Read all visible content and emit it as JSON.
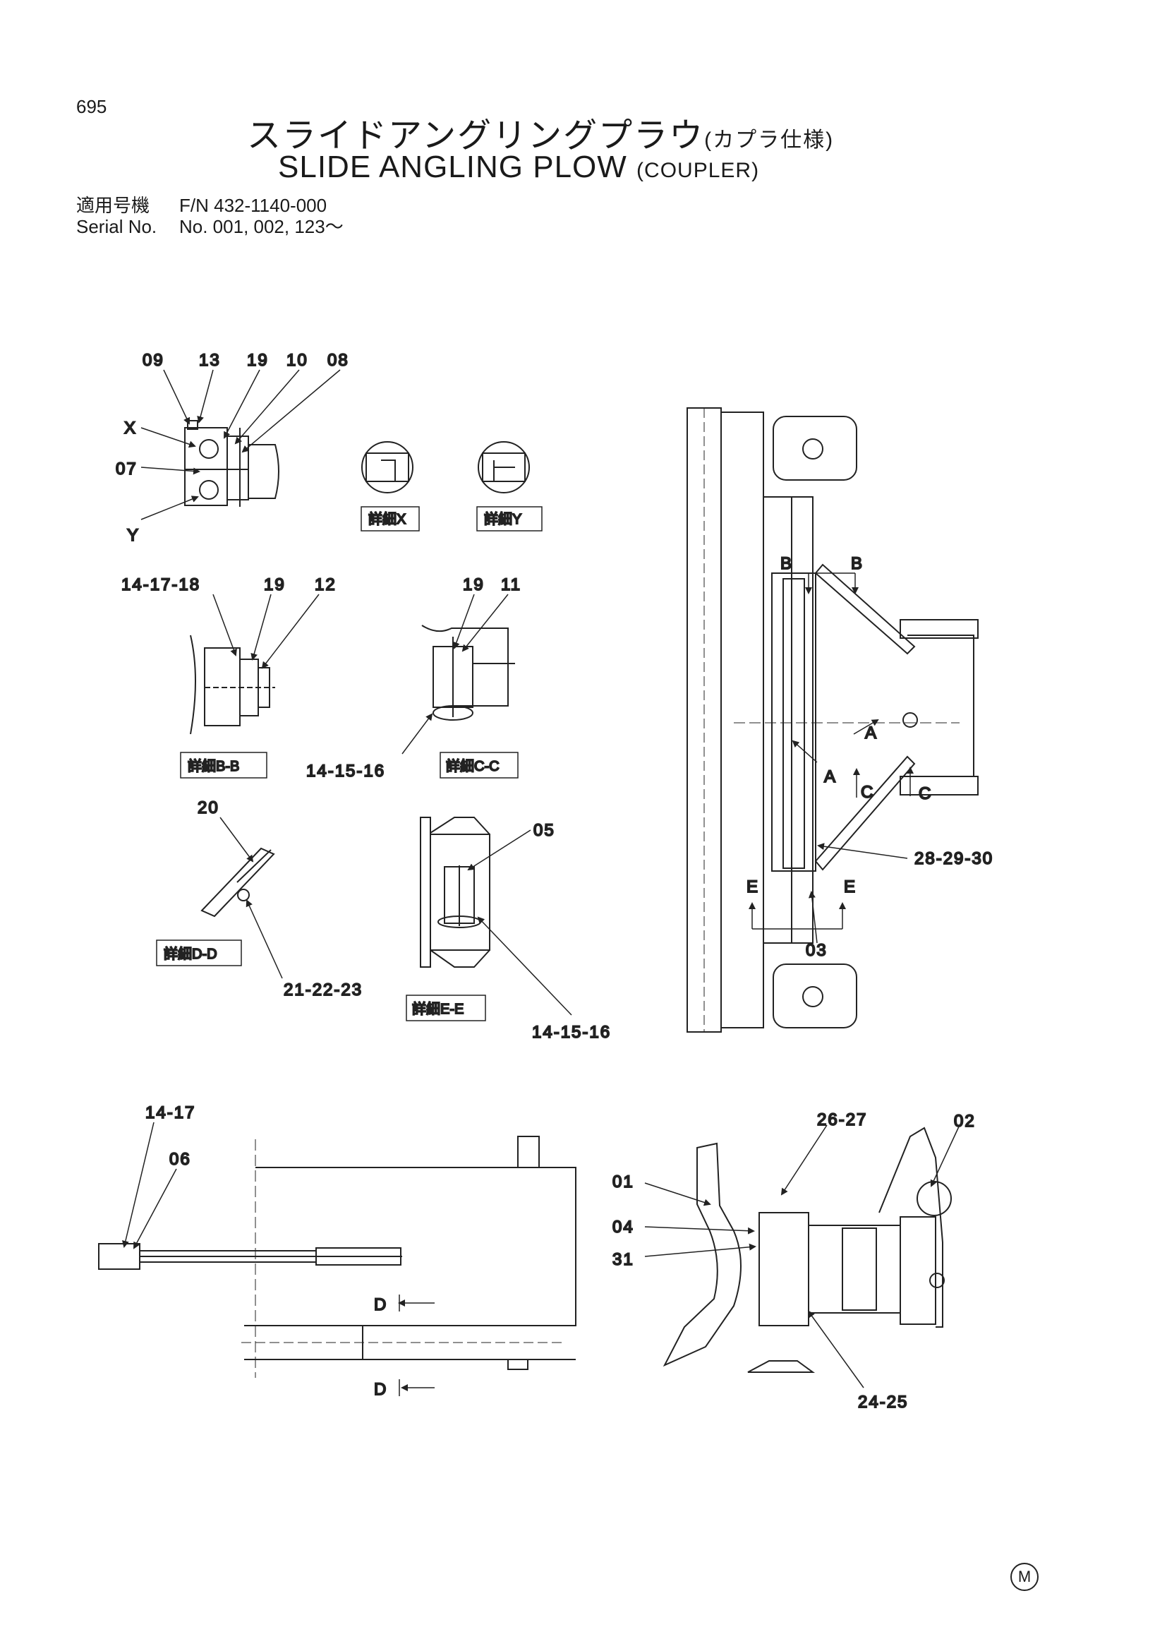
{
  "header": {
    "page_number": "695",
    "title_jp": "スライドアングリングプラウ",
    "title_jp_sub": "(カプラ仕様)",
    "title_en": "SLIDE ANGLING PLOW",
    "title_en_sub": "(COUPLER)"
  },
  "meta": {
    "model_label_jp": "適用号機",
    "model_value": "F/N 432-1140-000",
    "serial_label": "Serial No.",
    "serial_value": "No. 001, 002, 123～"
  },
  "details": {
    "x": "詳細X",
    "y": "詳細Y",
    "bb": "詳細B-B",
    "cc": "詳細C-C",
    "dd": "詳細D-D",
    "ee": "詳細E-E"
  },
  "callouts": {
    "c09": "09",
    "c13": "13",
    "c19a": "19",
    "c10": "10",
    "c08": "08",
    "cX": "X",
    "c07": "07",
    "cY": "Y",
    "c141718": "14-17-18",
    "c19b": "19",
    "c12": "12",
    "c19c": "19",
    "c11": "11",
    "c141516a": "14-15-16",
    "c20": "20",
    "c212223": "21-22-23",
    "c05": "05",
    "c141516b": "14-15-16",
    "c282930": "28-29-30",
    "c03": "03",
    "c1417": "14-17",
    "c06": "06",
    "c2627": "26-27",
    "c02": "02",
    "c01": "01",
    "c04": "04",
    "c31": "31",
    "c2425": "24-25"
  },
  "sections": {
    "b1": "B",
    "b2": "B",
    "a1": "A",
    "a2": "A",
    "c1": "C",
    "c2": "C",
    "e1": "E",
    "e2": "E",
    "d1": "D",
    "d2": "D"
  },
  "footer": {
    "mark": "M"
  }
}
